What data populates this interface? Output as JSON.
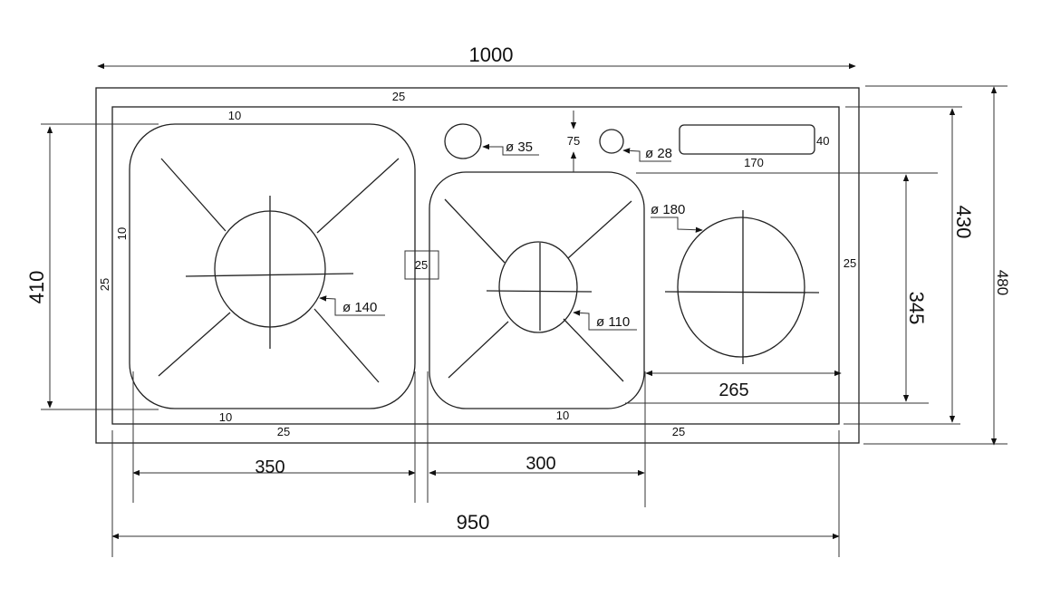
{
  "drawing": {
    "overall_width": "1000",
    "inner_width": "950",
    "left_sink_width": "350",
    "middle_sink_width": "300",
    "right_area_width": "265",
    "left_sink_height": "410",
    "right_area_height": "345",
    "inner_height": "430",
    "overall_height": "480",
    "top_margin": "25",
    "bottom_margin_left": "25",
    "bottom_margin_right": "25",
    "left_margin": "25",
    "right_margin": "25",
    "divider_gap": "25",
    "left_sink_top_gap": "10",
    "left_sink_bottom_gap": "10",
    "left_sink_side_gap": "10",
    "middle_sink_bottom_gap": "10",
    "middle_sink_top_offset": "75",
    "left_drain": "ø 140",
    "middle_drain": "ø 110",
    "right_circle": "ø 180",
    "tap_hole": "ø 35",
    "small_hole": "ø 28",
    "slot_length": "170",
    "slot_height": "40"
  },
  "colors": {
    "line": "#222222",
    "background": "#ffffff"
  }
}
